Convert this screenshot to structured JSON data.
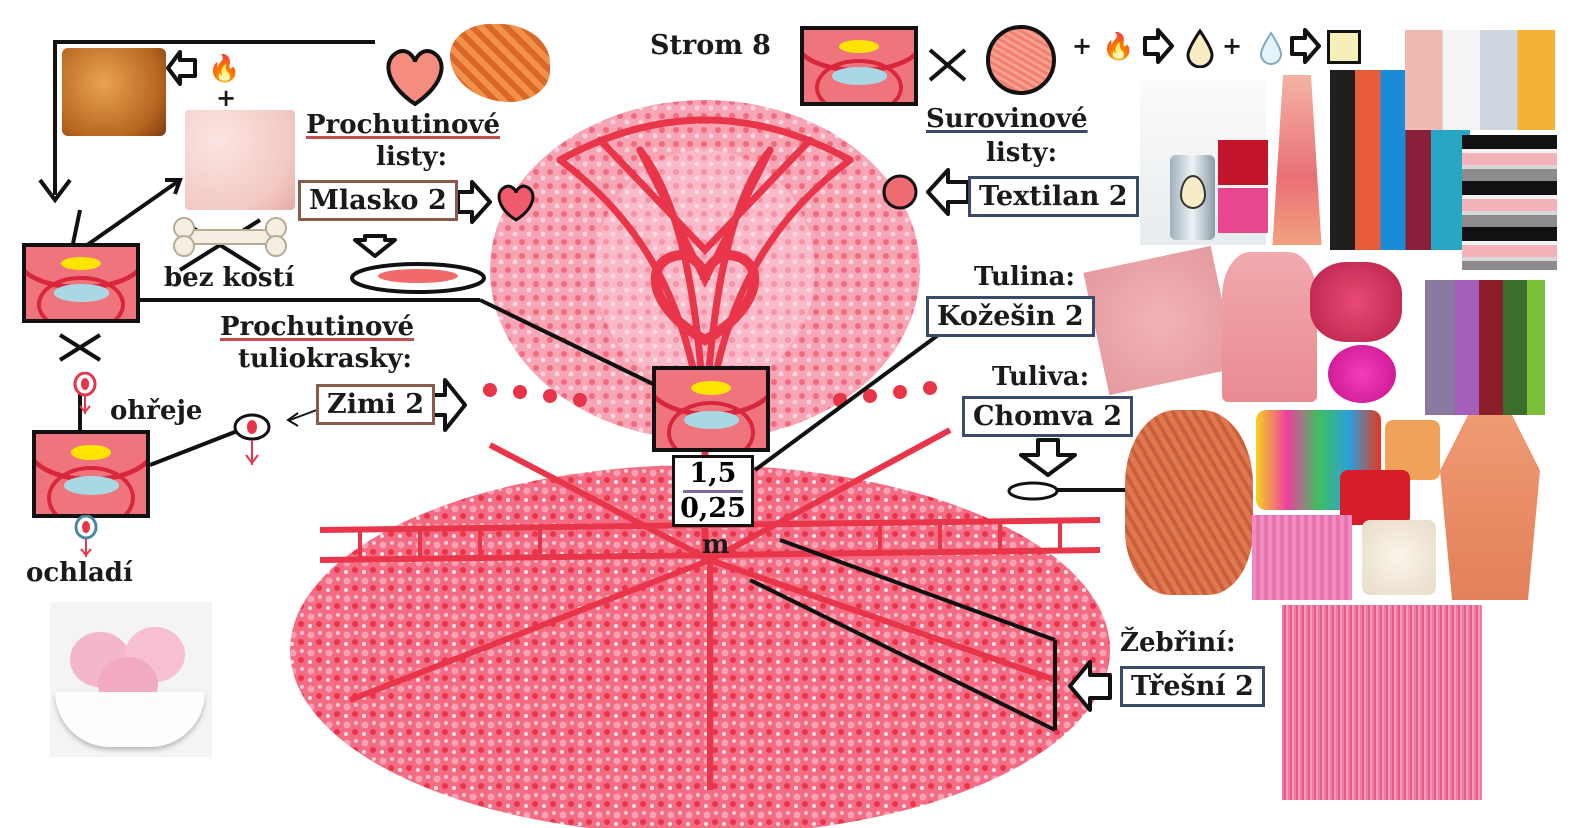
{
  "title": "Strom 8",
  "plus": "+",
  "left": {
    "flavor_leaves_heading_1": "Prochutinové",
    "flavor_leaves_heading_2": "listy:",
    "flavor_leaves_box": "Mlasko 2",
    "boneless": "bez kostí",
    "flavor_flowers_heading_1": "Prochutinové",
    "flavor_flowers_heading_2": "tuliokrasky:",
    "flavor_flowers_box": "Zimi 2",
    "heats": "ohřeje",
    "cools": "ochladí"
  },
  "right": {
    "raw_leaves_heading_1": "Surovinové",
    "raw_leaves_heading_2": "listy:",
    "raw_leaves_box": "Textilan 2",
    "tulina_heading": "Tulina:",
    "tulina_box": "Kožešin 2",
    "tuliva_heading": "Tuliva:",
    "tuliva_box": "Chomva 2",
    "zebrini_heading": "Žebřiní:",
    "zebrini_box": "Třešní 2"
  },
  "measure": {
    "top": "1,5",
    "bottom": "0,25",
    "unit": "m"
  },
  "colors": {
    "tree_pink": "#f26b7d",
    "tree_red": "#e8354a",
    "ground_pink": "#f46c84",
    "yellow": "#ffe400",
    "light_blue": "#a9d7e3",
    "navy_border": "#3a4a6b",
    "brown_border": "#8a5a4a"
  },
  "icons": [
    "fire-icon",
    "droplet-icon",
    "arrow-right-icon",
    "heart-icon",
    "bone-icon",
    "plate-icon",
    "cross-icon",
    "yarn-icon"
  ]
}
